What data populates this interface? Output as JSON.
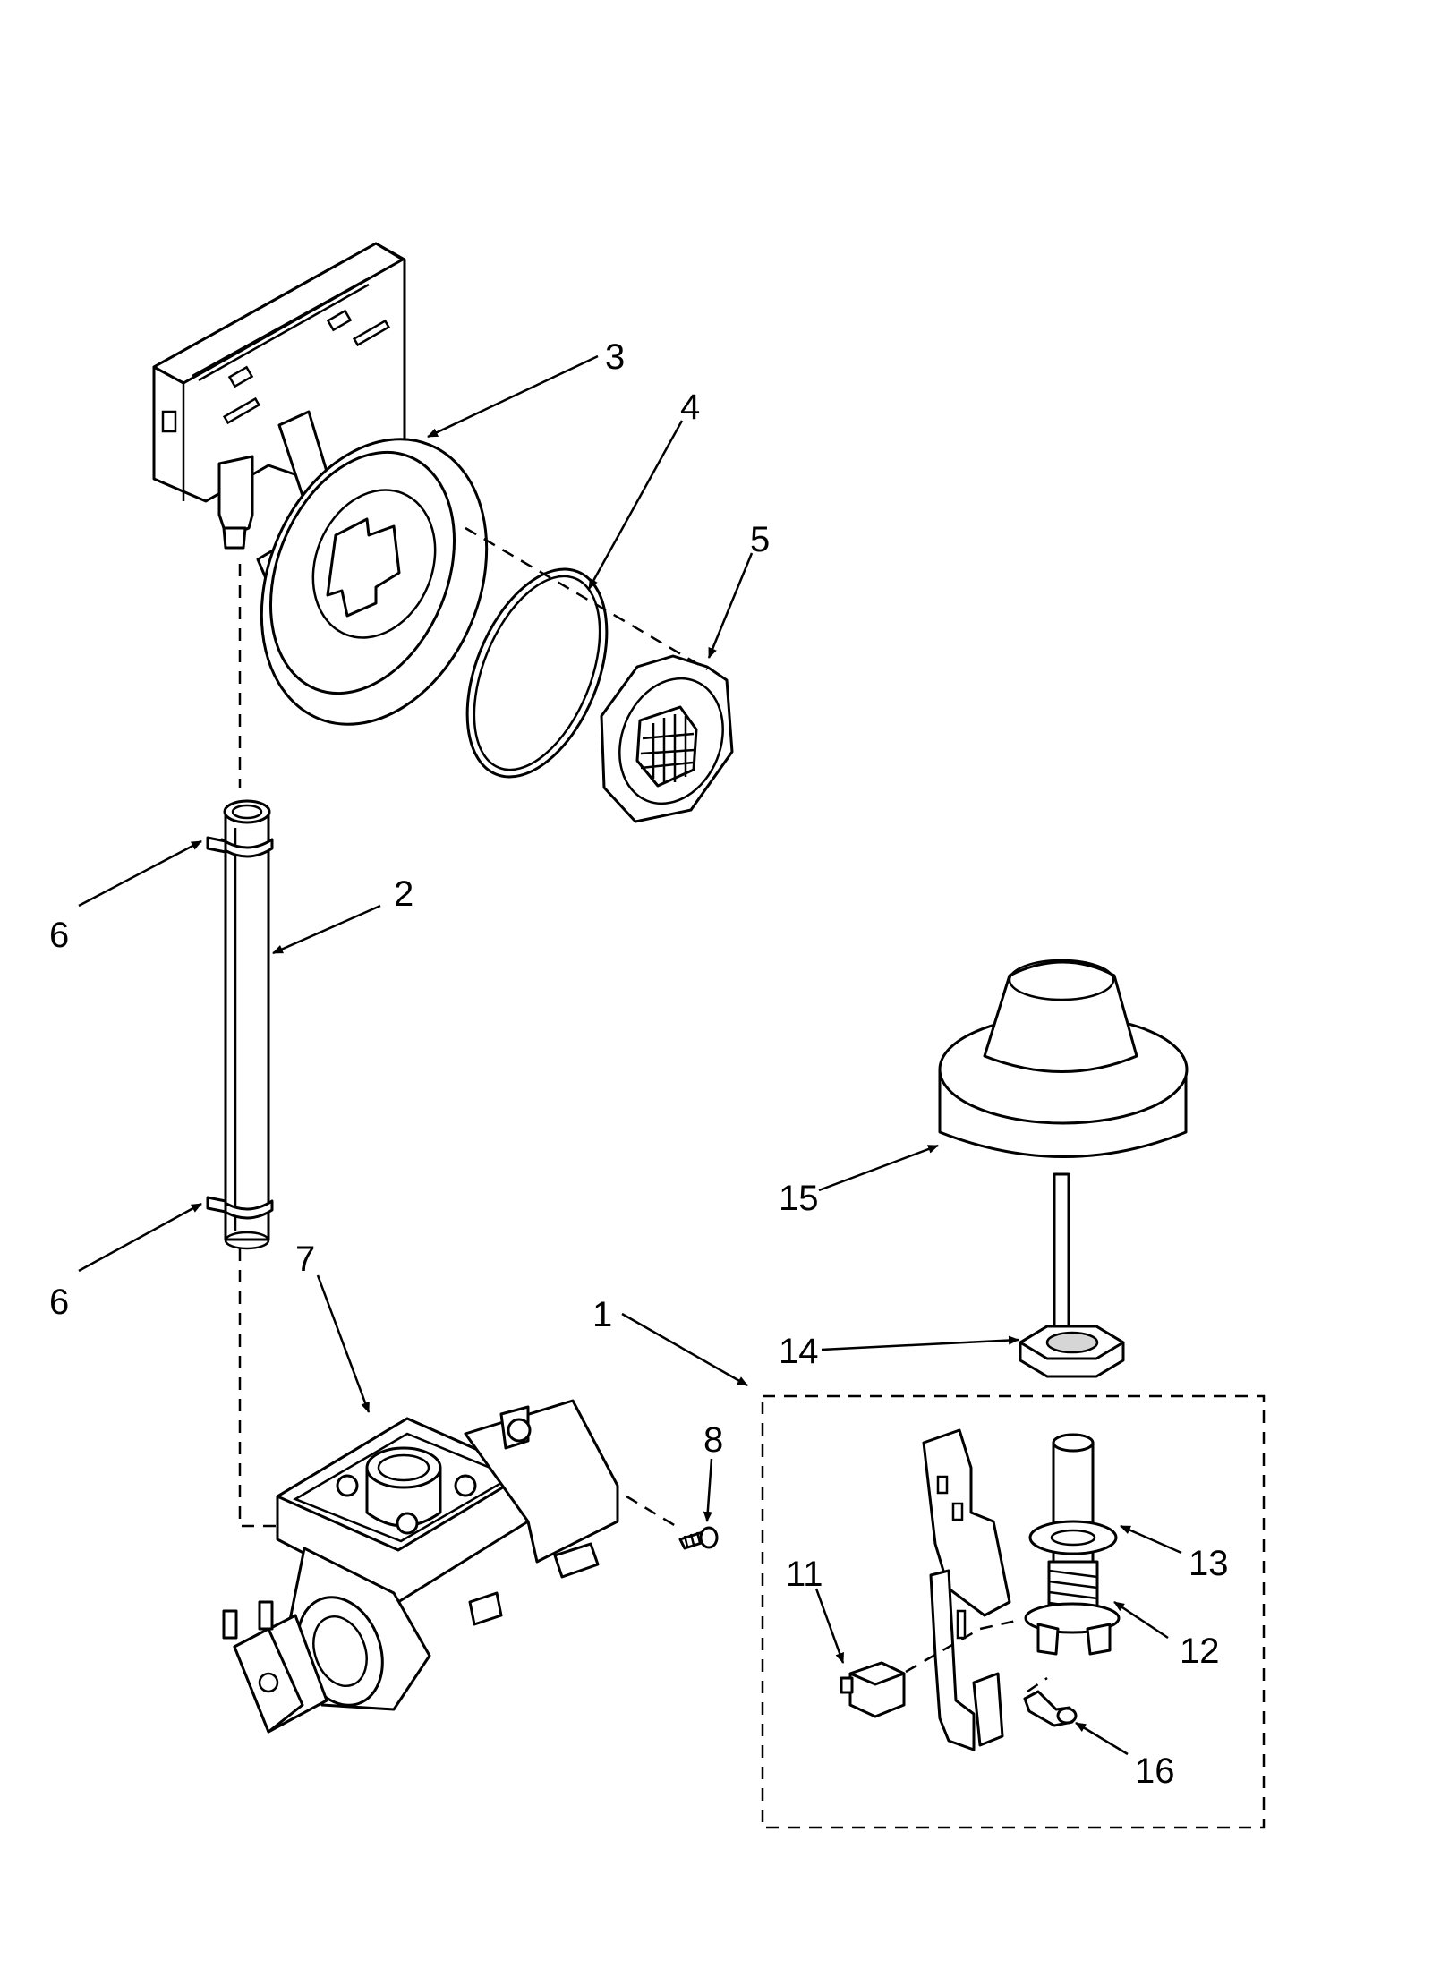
{
  "callouts": [
    {
      "id": "1",
      "label": "1"
    },
    {
      "id": "2",
      "label": "2"
    },
    {
      "id": "3",
      "label": "3"
    },
    {
      "id": "4",
      "label": "4"
    },
    {
      "id": "5",
      "label": "5"
    },
    {
      "id": "6a",
      "label": "6"
    },
    {
      "id": "6b",
      "label": "6"
    },
    {
      "id": "7",
      "label": "7"
    },
    {
      "id": "8",
      "label": "8"
    },
    {
      "id": "11",
      "label": "11"
    },
    {
      "id": "12",
      "label": "12"
    },
    {
      "id": "13",
      "label": "13"
    },
    {
      "id": "14",
      "label": "14"
    },
    {
      "id": "15",
      "label": "15"
    },
    {
      "id": "16",
      "label": "16"
    }
  ]
}
